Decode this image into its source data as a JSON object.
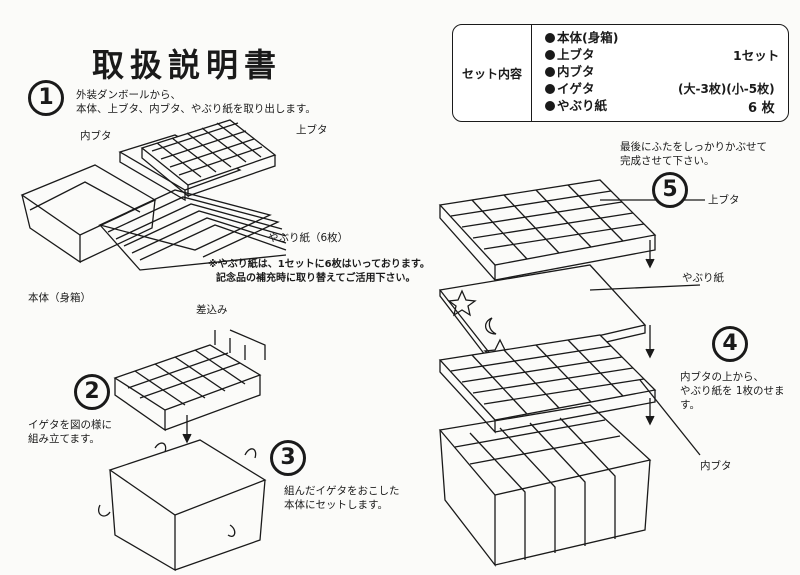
{
  "title": "取扱説明書",
  "set_box": {
    "label": "セット内容",
    "items": [
      "本体(身箱)",
      "上ブタ",
      "内ブタ",
      "イゲタ",
      "やぶり紙"
    ],
    "set_text": "1セット",
    "igeta_qty": "(大-3枚)(小-5枚)",
    "paper_qty": "6 枚"
  },
  "steps": {
    "s1": {
      "num": "1",
      "text1": "外装ダンボールから、",
      "text2": "本体、上ブタ、内ブタ、やぶり紙を取り出します。"
    },
    "s2": {
      "num": "2",
      "text1": "イゲタを図の様に",
      "text2": "組み立てます。"
    },
    "s3": {
      "num": "3",
      "text1": "組んだイゲタをおこした",
      "text2": "本体にセットします。"
    },
    "s4": {
      "num": "4",
      "text1": "内ブタの上から、",
      "text2": "やぶり紙を 1枚のせます。"
    },
    "s5": {
      "num": "5",
      "text1": "最後にふたをしっかりかぶせて",
      "text2": "完成させて下さい。"
    }
  },
  "labels": {
    "uchibuta": "内ブタ",
    "uwabuta": "上ブタ",
    "yaburi6": "やぶり紙（6枚）",
    "hontai": "本体（身箱）",
    "sashikomi": "差込み",
    "uwabuta_r": "上ブタ",
    "yaburi_r": "やぶり紙",
    "uchibuta_r": "内ブタ"
  },
  "note": {
    "line1": "※やぶり紙は、1セットに6枚はいっております。",
    "line2": "記念品の補充時に取り替えてご活用下さい。"
  }
}
